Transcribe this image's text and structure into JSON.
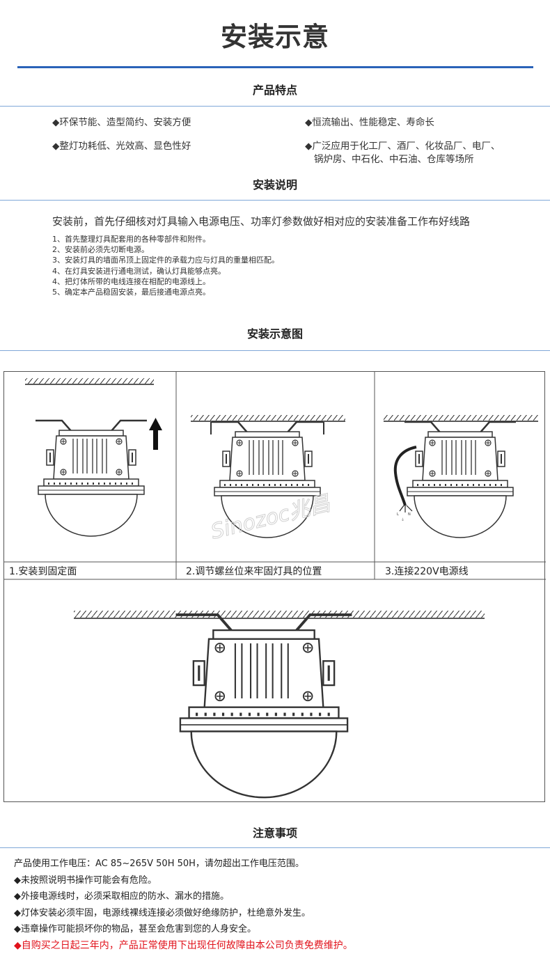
{
  "page_title": "安装示意",
  "features": {
    "title": "产品特点",
    "items": [
      "◆环保节能、造型简约、安装方便",
      "◆恒流输出、性能稳定、寿命长",
      "◆整灯功耗低、光效高、显色性好",
      "◆广泛应用于化工厂、酒厂、化妆品厂、电厂、",
      "锅炉房、中石化、中石油、仓库等场所"
    ]
  },
  "instructions": {
    "title": "安装说明",
    "intro": "安装前，首先仔细核对灯具输入电源电压、功率灯参数做好相对应的安装准备工作布好线路",
    "steps": [
      "1、首先整理灯具配套用的各种零部件和附件。",
      "2、安装前必须先切断电源。",
      "3、安装灯具的墙面吊顶上固定件的承载力应与灯具的重量相匹配。",
      "4、在灯具安装进行通电测试，确认灯具能够点亮。",
      "4、把灯体所带的电线连接在相配的电源线上。",
      "5、确定本产品稳固安装，最后接通电源点亮。"
    ]
  },
  "diagram": {
    "title": "安装示意图",
    "captions": [
      "1.安装到固定面",
      "2.调节螺丝位来牢固灯具的位置",
      "3.连接220V电源线"
    ],
    "watermark": "Sinozoc兆昌",
    "wire_labels": [
      "L",
      "N",
      "⏚"
    ]
  },
  "notes": {
    "title": "注意事项",
    "lines": [
      "产品使用工作电压：AC 85~265V 50H 50H，请勿超出工作电压范围。",
      "◆未按照说明书操作可能会有危险。",
      "◆外接电源线时，必须采取相应的防水、漏水的措施。",
      "◆灯体安装必须牢固，电源线裸线连接必须做好绝缘防护，杜绝意外发生。",
      "◆违章操作可能损坏你的物品，甚至会危害到您的人身安全。",
      "◆自购买之日起三年内，产品正常使用下出现任何故障由本公司负责免费维护。"
    ]
  },
  "colors": {
    "accent": "#2a62b8",
    "rule": "#7fa7d8",
    "warning": "#e1121b"
  }
}
